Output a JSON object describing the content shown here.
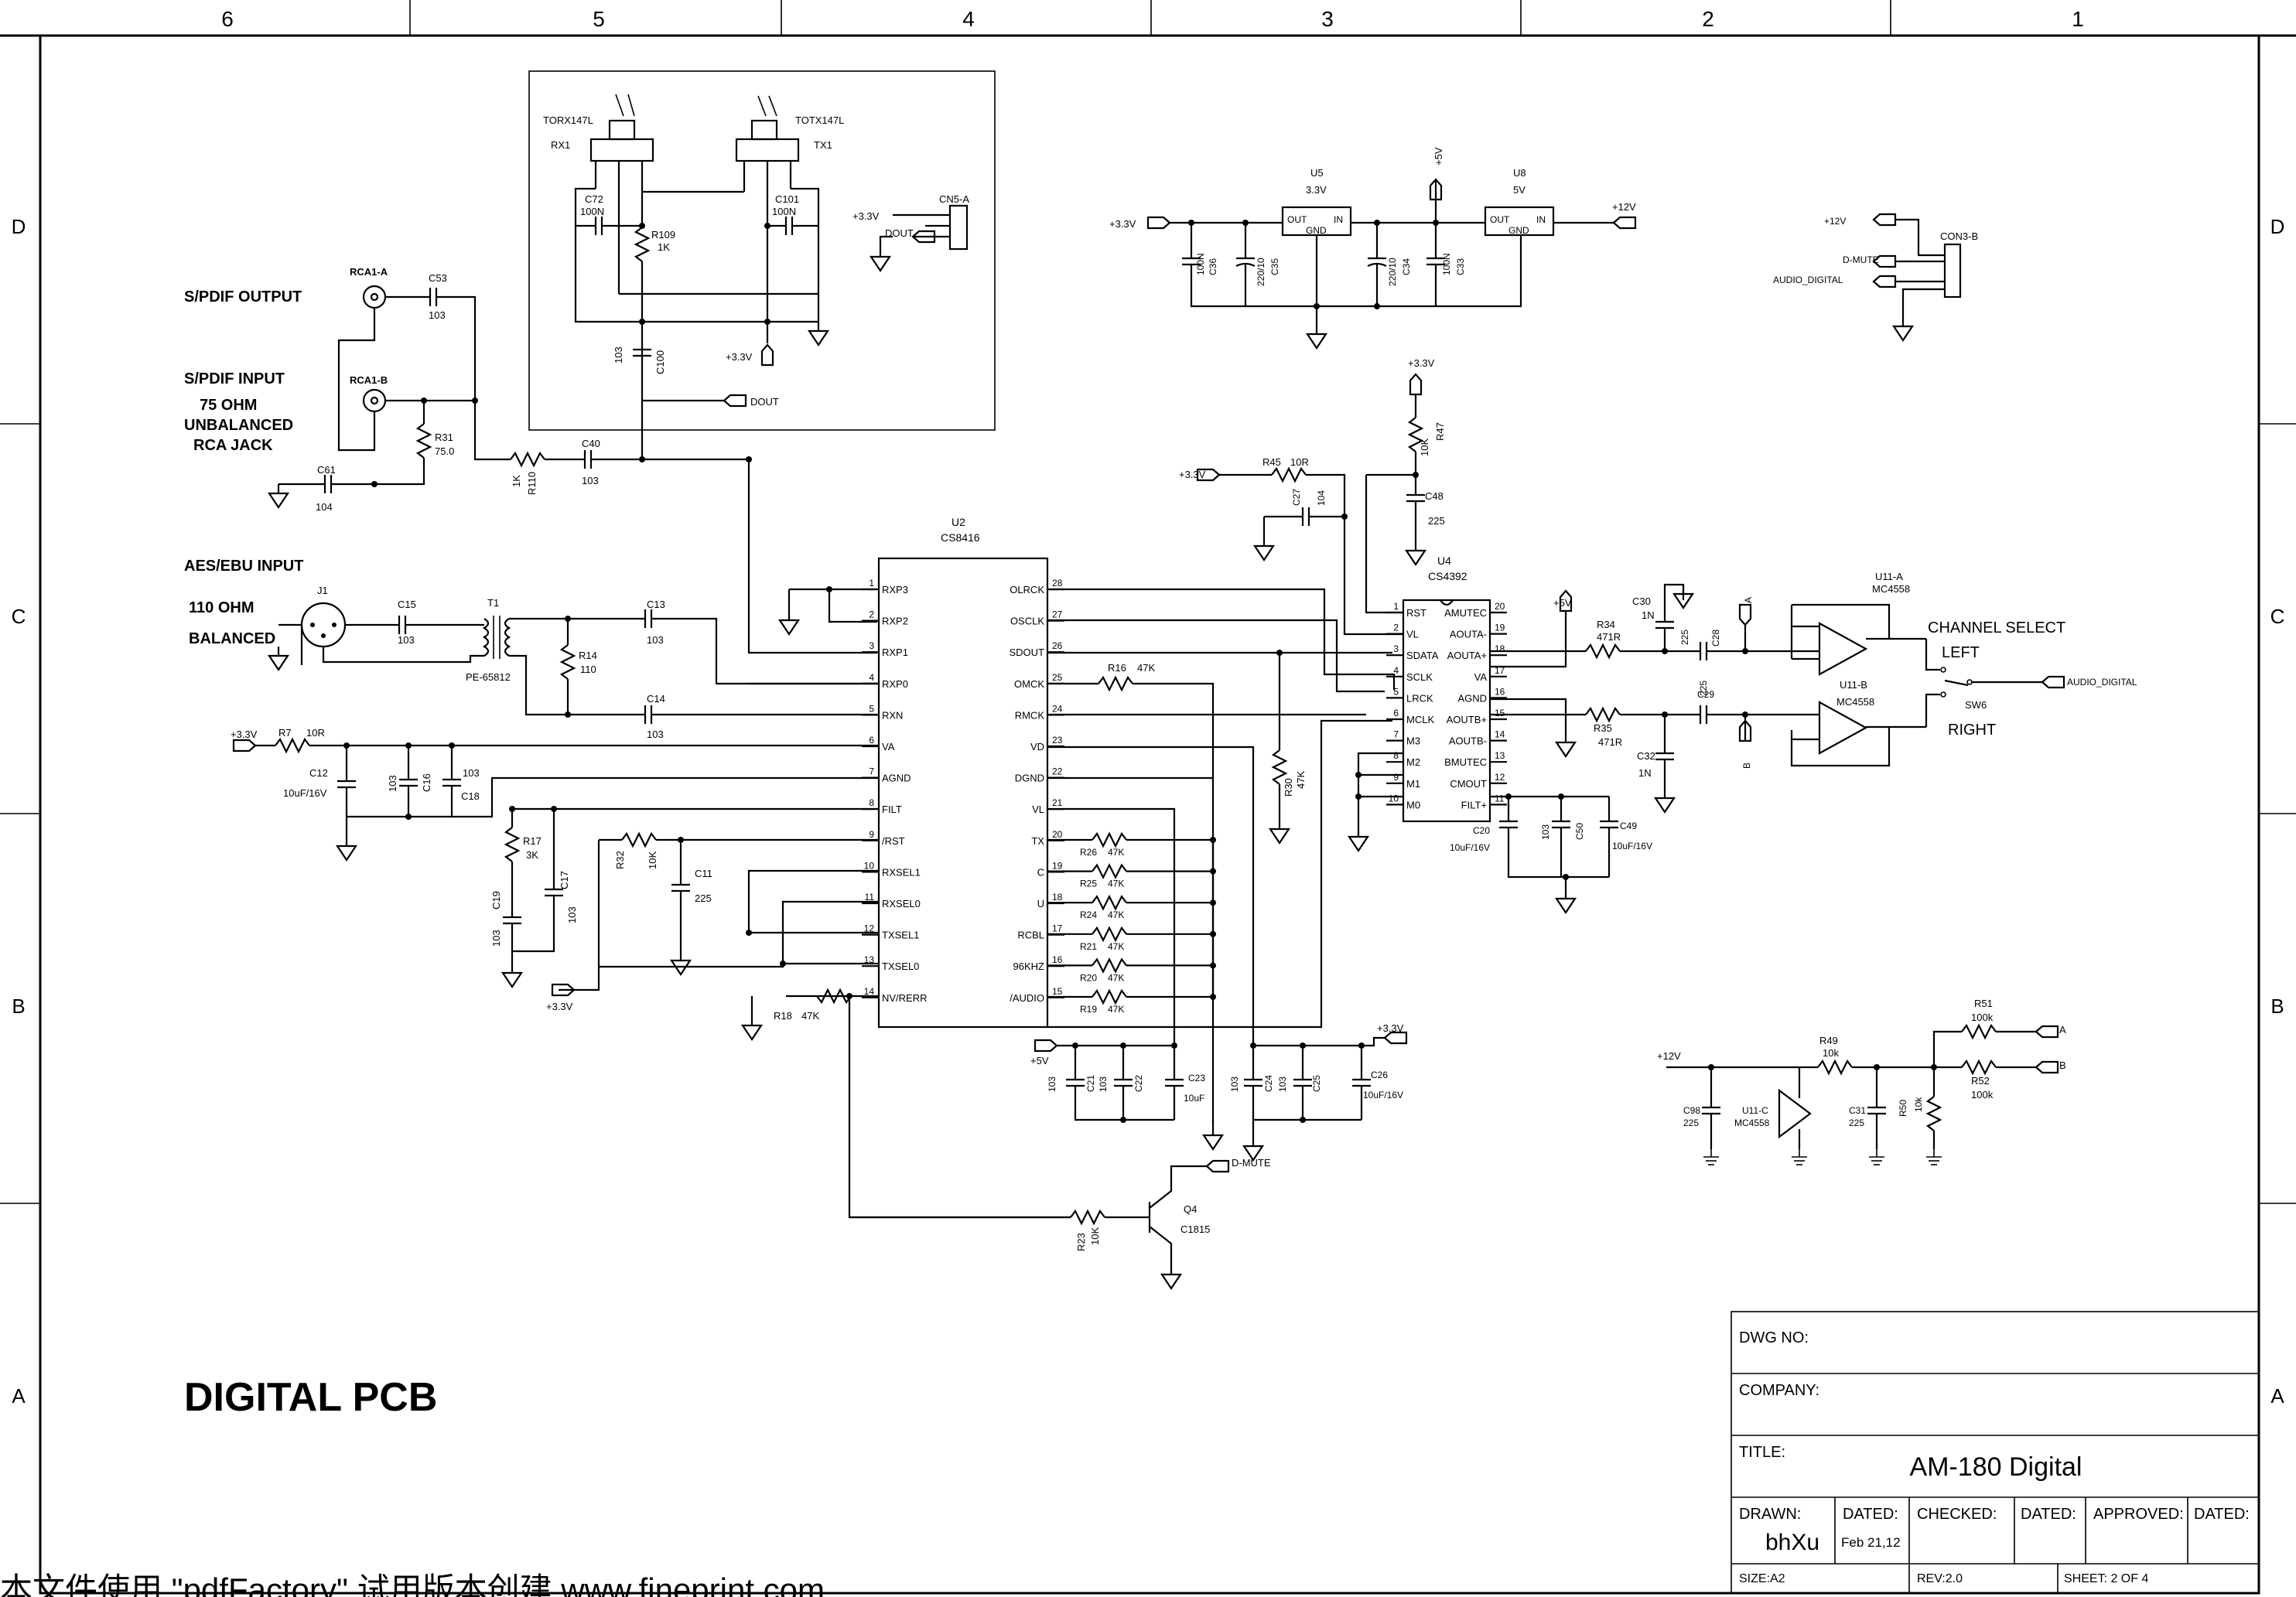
{
  "border": {
    "columns": [
      "6",
      "5",
      "4",
      "3",
      "2",
      "1"
    ],
    "rows": [
      "D",
      "C",
      "B",
      "A"
    ]
  },
  "title_block": {
    "dwg_no_label": "DWG NO:",
    "company_label": "COMPANY:",
    "title_label": "TITLE:",
    "title_value": "AM-180 Digital",
    "drawn_label": "DRAWN:",
    "drawn_value": "bhXu",
    "dated_label": "DATED:",
    "dated_value": "Feb 21,12",
    "checked_label": "CHECKED:",
    "approved_label": "APPROVED:",
    "size": "SIZE:A2",
    "rev": "REV:2.0",
    "sheet": "SHEET:  2 OF 4"
  },
  "big_title": "DIGITAL  PCB",
  "left_labels": {
    "spdif_out": "S/PDIF OUTPUT",
    "spdif_in": "S/PDIF INPUT",
    "ohm75": "75 OHM",
    "unbalanced": "UNBALANCED",
    "rca_jack": "RCA JACK",
    "aes_in": "AES/EBU INPUT",
    "ohm110": "110 OHM",
    "balanced": "BALANCED"
  },
  "optical": {
    "rx_part": "TORX147L",
    "rx_ref": "RX1",
    "tx_part": "TOTX147L",
    "tx_ref": "TX1",
    "c72": "C72",
    "c72v": "100N",
    "c101": "C101",
    "c101v": "100N",
    "r109": "R109",
    "r109v": "1K",
    "c100": "C100",
    "c100v": "103",
    "p33": "+3.3V",
    "dout": "DOUT",
    "cn5": "CN5-A",
    "cn5_p33": "+3.3V",
    "cn5_dout": "DOUT"
  },
  "spdif": {
    "rca_a": "RCA1-A",
    "rca_b": "RCA1-B",
    "c53": "C53",
    "c53v": "103",
    "c61": "C61",
    "c61v": "104",
    "r31": "R31",
    "r31v": "75.0",
    "r110": "R110",
    "r110v": "1K",
    "c40": "C40",
    "c40v": "103"
  },
  "aes": {
    "j1": "J1",
    "c15": "C15",
    "c15v": "103",
    "t1": "T1",
    "t1_part": "PE-65812",
    "r14": "R14",
    "r14v": "110",
    "c13": "C13",
    "c13v": "103",
    "c14": "C14",
    "c14v": "103"
  },
  "u2": {
    "ref": "U2",
    "part": "CS8416",
    "left_pins": [
      {
        "n": "1",
        "name": "RXP3"
      },
      {
        "n": "2",
        "name": "RXP2"
      },
      {
        "n": "3",
        "name": "RXP1"
      },
      {
        "n": "4",
        "name": "RXP0"
      },
      {
        "n": "5",
        "name": "RXN"
      },
      {
        "n": "6",
        "name": "VA"
      },
      {
        "n": "7",
        "name": "AGND"
      },
      {
        "n": "8",
        "name": "FILT"
      },
      {
        "n": "9",
        "name": "/RST"
      },
      {
        "n": "10",
        "name": "RXSEL1"
      },
      {
        "n": "11",
        "name": "RXSEL0"
      },
      {
        "n": "12",
        "name": "TXSEL1"
      },
      {
        "n": "13",
        "name": "TXSEL0"
      },
      {
        "n": "14",
        "name": "NV/RERR"
      }
    ],
    "right_pins": [
      {
        "n": "28",
        "name": "OLRCK"
      },
      {
        "n": "27",
        "name": "OSCLK"
      },
      {
        "n": "26",
        "name": "SDOUT"
      },
      {
        "n": "25",
        "name": "OMCK"
      },
      {
        "n": "24",
        "name": "RMCK"
      },
      {
        "n": "23",
        "name": "VD"
      },
      {
        "n": "22",
        "name": "DGND"
      },
      {
        "n": "21",
        "name": "VL"
      },
      {
        "n": "20",
        "name": "TX"
      },
      {
        "n": "19",
        "name": "C"
      },
      {
        "n": "18",
        "name": "U"
      },
      {
        "n": "17",
        "name": "RCBL"
      },
      {
        "n": "16",
        "name": "96KHZ"
      },
      {
        "n": "15",
        "name": "/AUDIO"
      }
    ]
  },
  "u2_parts": {
    "r7": "R7",
    "r7v": "10R",
    "p33": "+3.3V",
    "c12": "C12",
    "c12v": "10uF/16V",
    "c16": "C16",
    "c16v": "103",
    "c18": "C18",
    "c18v": "103",
    "r17": "R17",
    "r17v": "3K",
    "c19": "C19",
    "c19v": "103",
    "c17": "C17",
    "c17v": "103",
    "r32": "R32",
    "r32v": "10K",
    "c11": "C11",
    "c11v": "225",
    "p33b": "+3.3V",
    "r18": "R18",
    "r18v": "47K",
    "r16": "R16",
    "r16v": "47K",
    "r30": "R30",
    "r30v": "47K",
    "r26": "R26",
    "r25": "R25",
    "r24": "R24",
    "r21": "R21",
    "r20": "R20",
    "r19": "R19",
    "rv": "47K",
    "p5": "+5V",
    "p33c": "+3.3V",
    "c21": "C21",
    "c22": "C22",
    "c23": "C23",
    "c23v": "10uF",
    "c24": "C24",
    "c25": "C25",
    "c26": "C26",
    "c26v": "10uF/16V",
    "cv": "103",
    "r23": "R23",
    "r23v": "10K",
    "q4": "Q4",
    "q4v": "C1815",
    "dmute": "D-MUTE"
  },
  "power": {
    "u5": "U5",
    "u5v": "3.3V",
    "u8": "U8",
    "u8v": "5V",
    "out": "OUT",
    "in": "IN",
    "gnd": "GND",
    "p33": "+3.3V",
    "p12": "+12V",
    "p5": "+5V",
    "c36": "C36",
    "c36v": "100N",
    "c35": "C35",
    "c35v": "220/10",
    "c34": "C34",
    "c34v": "220/10",
    "c33": "C33",
    "c33v": "100N"
  },
  "connector": {
    "ref": "CON3-B",
    "p12": "+12V",
    "dmute": "D-MUTE",
    "audio": "AUDIO_DIGITAL"
  },
  "u4": {
    "ref": "U4",
    "part": "CS4392",
    "left_pins": [
      {
        "n": "1",
        "name": "RST"
      },
      {
        "n": "2",
        "name": "VL"
      },
      {
        "n": "3",
        "name": "SDATA"
      },
      {
        "n": "4",
        "name": "SCLK"
      },
      {
        "n": "5",
        "name": "LRCK"
      },
      {
        "n": "6",
        "name": "MCLK"
      },
      {
        "n": "7",
        "name": "M3"
      },
      {
        "n": "8",
        "name": "M2"
      },
      {
        "n": "9",
        "name": "M1"
      },
      {
        "n": "10",
        "name": "M0"
      }
    ],
    "right_pins": [
      {
        "n": "20",
        "name": "AMUTEC"
      },
      {
        "n": "19",
        "name": "AOUTA-"
      },
      {
        "n": "18",
        "name": "AOUTA+"
      },
      {
        "n": "17",
        "name": "VA"
      },
      {
        "n": "16",
        "name": "AGND"
      },
      {
        "n": "15",
        "name": "AOUTB+"
      },
      {
        "n": "14",
        "name": "AOUTB-"
      },
      {
        "n": "13",
        "name": "BMUTEC"
      },
      {
        "n": "12",
        "name": "CMOUT"
      },
      {
        "n": "11",
        "name": "FILT+"
      }
    ]
  },
  "u4_parts": {
    "p33": "+3.3V",
    "r47": "R47",
    "r47v": "10K",
    "c48": "C48",
    "c48v": "225",
    "r45": "R45",
    "r45v": "10R",
    "c27": "C27",
    "c27v": "104",
    "p33b": "+3.3V",
    "c20": "C20",
    "c20v": "10uF/16V",
    "c50": "C50",
    "c50v": "103",
    "c49": "C49",
    "c49v": "10uF/16V"
  },
  "output": {
    "p5": "+5V",
    "r34": "R34",
    "r34v": "471R",
    "r35": "R35",
    "r35v": "471R",
    "c30": "C30",
    "c30v": "1N",
    "c32": "C32",
    "c32v": "1N",
    "c28": "C28",
    "c28v": "225",
    "c29": "C29",
    "c29v": "225",
    "a": "A",
    "b": "B",
    "u11a": "U11-A",
    "u11b": "U11-B",
    "mc": "MC4558",
    "sw": "SW6",
    "ch_select": "CHANNEL SELECT",
    "left": "LEFT",
    "right": "RIGHT",
    "audio": "AUDIO_DIGITAL"
  },
  "bias": {
    "p12": "+12V",
    "r49": "R49",
    "r49v": "10k",
    "r51": "R51",
    "r51v": "100k",
    "r52": "R52",
    "r52v": "100k",
    "r50": "R50",
    "r50v": "10k",
    "c98": "C98",
    "c98v": "225",
    "c31": "C31",
    "c31v": "225",
    "u11c": "U11-C",
    "mc": "MC4558",
    "a": "A",
    "b": "B"
  },
  "watermark": "本文件使用 \"pdfFactory\" 试用版本创建  www.fineprint.com"
}
